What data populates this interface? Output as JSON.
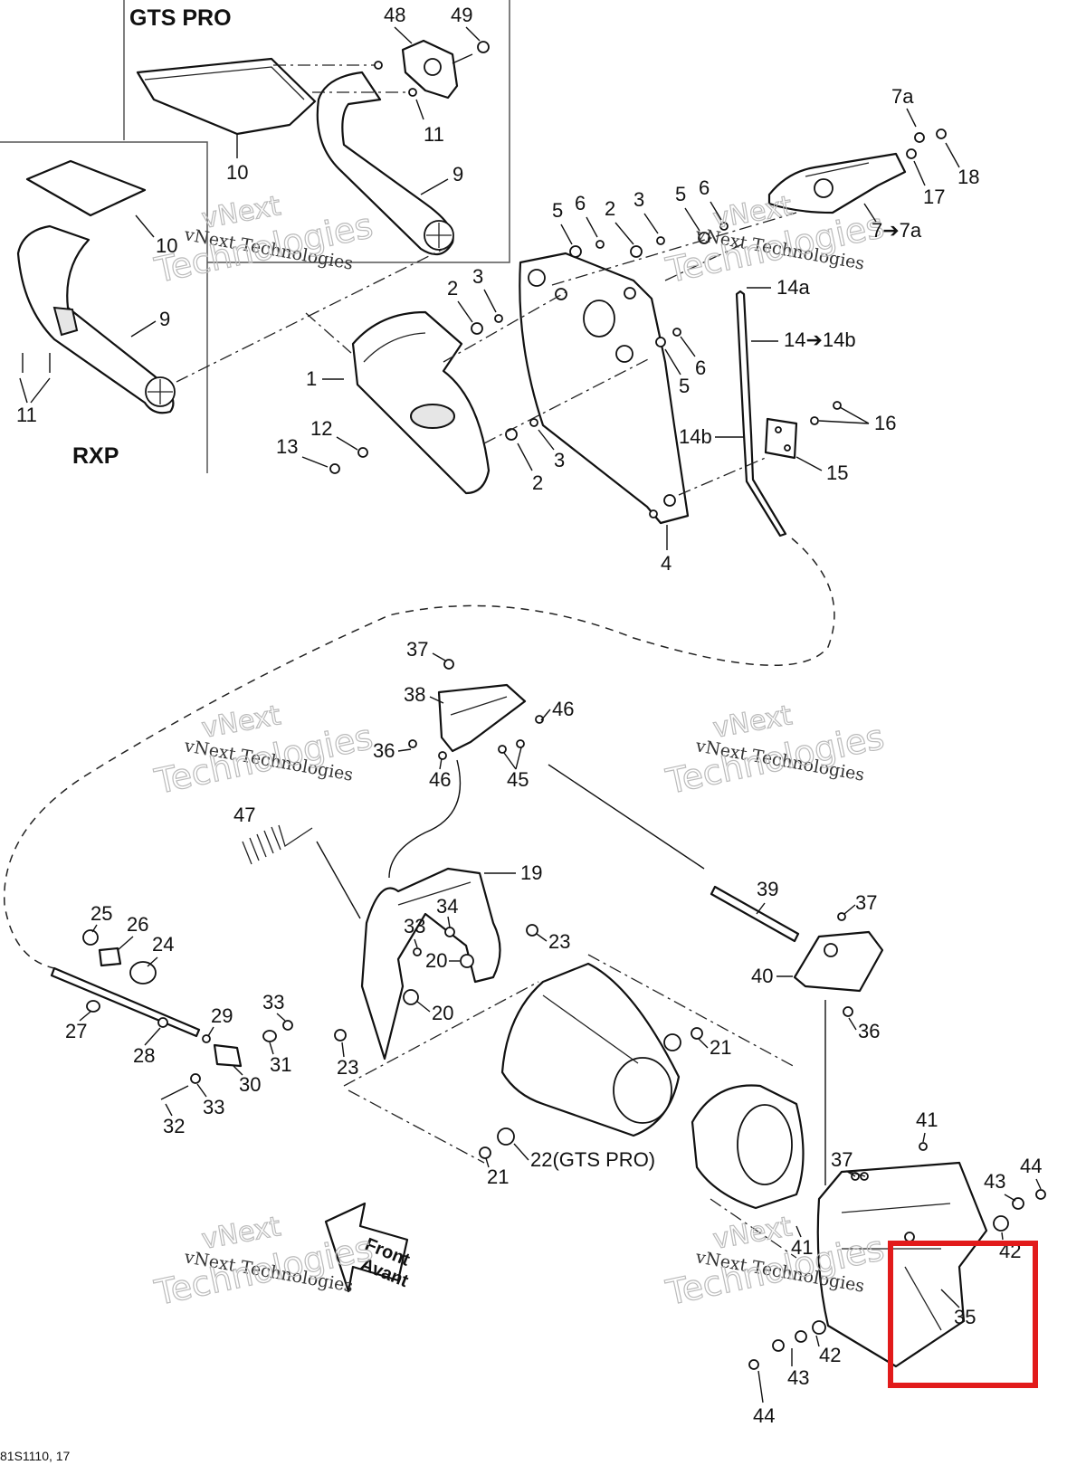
{
  "titles": {
    "gts_pro": "GTS PRO",
    "rxp": "RXP"
  },
  "watermark": {
    "line1": "vNext Technologies",
    "line2": "Technologies",
    "line3": "vNext"
  },
  "front_arrow": {
    "line1": "Front",
    "line2": "Avant"
  },
  "drawing_ref": "81S1110, 17",
  "highlight_color": "#e21b1b",
  "callouts": {
    "c48": "48",
    "c49": "49",
    "c11a": "11",
    "c10a": "10",
    "c9a": "9",
    "c10b": "10",
    "c9b": "9",
    "c11b": "11",
    "c7a": "7a",
    "c18": "18",
    "c17": "17",
    "c7to7a": "7➔7a",
    "c5a": "5",
    "c6a": "6",
    "c2a": "2",
    "c3a": "3",
    "c5b": "5",
    "c6b": "6",
    "c14a": "14a",
    "c14to14b": "14➔14b",
    "c2b": "2",
    "c3b": "3",
    "c6c": "6",
    "c5c": "5",
    "c1": "1",
    "c12": "12",
    "c13": "13",
    "c3c": "3",
    "c2c": "2",
    "c14b": "14b",
    "c16": "16",
    "c15": "15",
    "c4": "4",
    "c37a": "37",
    "c38": "38",
    "c46a": "46",
    "c36a": "36",
    "c46b": "46",
    "c45": "45",
    "c47": "47",
    "c19": "19",
    "c34": "34",
    "c33a": "33",
    "c20a": "20",
    "c23a": "23",
    "c39": "39",
    "c37b": "37",
    "c40": "40",
    "c36b": "36",
    "c25": "25",
    "c26": "26",
    "c24": "24",
    "c27": "27",
    "c28": "28",
    "c29": "29",
    "c33b": "33",
    "c31": "31",
    "c30": "30",
    "c33c": "33",
    "c32": "32",
    "c23b": "23",
    "c20b": "20",
    "c21a": "21",
    "c22": "22(GTS PRO)",
    "c21b": "21",
    "c41a": "41",
    "c37c": "37",
    "c44a": "44",
    "c43a": "43",
    "c42a": "42",
    "c41b": "41",
    "c35": "35",
    "c42b": "42",
    "c43b": "43",
    "c44b": "44"
  }
}
